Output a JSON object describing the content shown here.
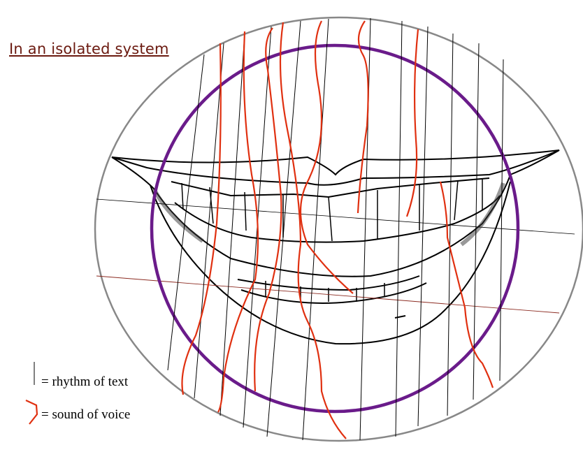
{
  "title": "In an isolated system",
  "legend": [
    {
      "symbol": "black-line",
      "label": "= rhythm of text"
    },
    {
      "symbol": "red-wavy-line",
      "label": "= sound of voice"
    }
  ],
  "colors": {
    "title": "#6b1a10",
    "outer_ellipse": "#888888",
    "circle": "#6a1b8a",
    "voice": "#e03010",
    "rhythm": "#000000",
    "horizon": "#8b2a20"
  }
}
